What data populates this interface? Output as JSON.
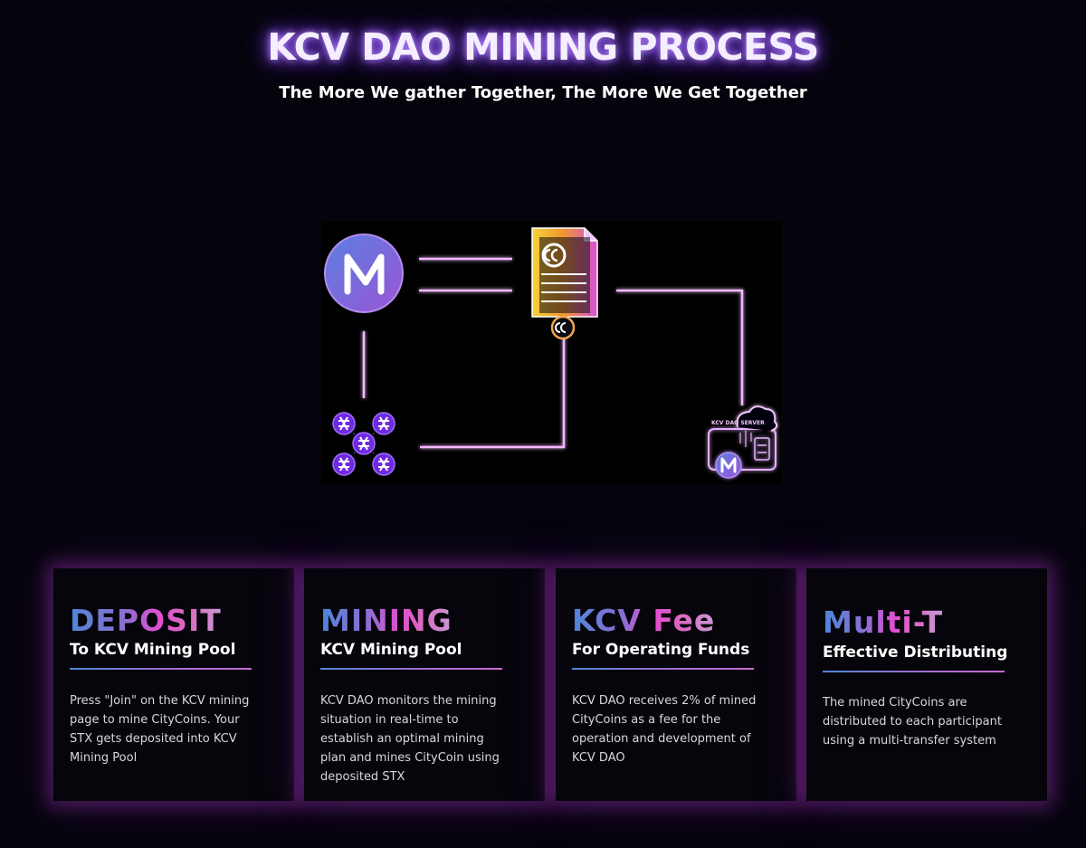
{
  "header": {
    "title": "KCV DAO MINING PROCESS",
    "subtitle": "The More We gather Together, The More We Get Together"
  },
  "diagram": {
    "nodes": [
      {
        "name": "kcv-logo",
        "icon": "kcv-logo-icon"
      },
      {
        "name": "citycoin-contract",
        "icon": "citycoin-document-icon"
      },
      {
        "name": "stx-coins",
        "icon": "stx-coins-icon"
      },
      {
        "name": "kcv-dao-server",
        "icon": "cloud-server-icon",
        "label": "KCV DAO SERVER"
      }
    ],
    "colors": {
      "line": "#f1b6ff",
      "glow": "#c24bff"
    }
  },
  "cards": [
    {
      "big": "DEPOSIT",
      "sub": "To KCV Mining Pool",
      "desc": "Press \"Join\" on the KCV mining page to mine CityCoins. Your STX gets deposited into KCV Mining Pool"
    },
    {
      "big": "MINING",
      "sub": "KCV Mining Pool",
      "desc": "KCV DAO monitors the mining situation in real-time to establish an optimal mining plan and mines CityCoin using deposited STX"
    },
    {
      "big": "KCV Fee",
      "sub": "For Operating Funds",
      "desc": "KCV DAO receives 2% of mined CityCoins as a fee for the operation and development of KCV DAO"
    },
    {
      "big": "Multi-T",
      "sub": "Effective Distributing",
      "desc": "The mined CityCoins are distributed to each participant using a multi-transfer system"
    }
  ]
}
